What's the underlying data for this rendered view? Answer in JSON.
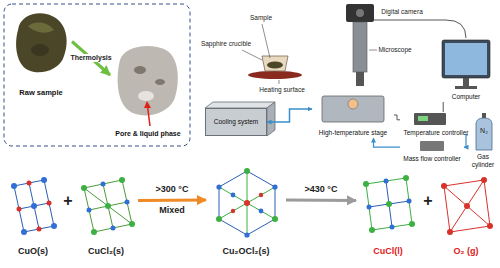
{
  "diagram": {
    "nodes": [
      {
        "text": [
          "Raw sample"
        ]
      },
      {
        "text": [
          "Pore & liquid phase"
        ]
      },
      {
        "text": [
          "Cooling system"
        ]
      },
      {
        "text": [
          "High-temperature stage"
        ]
      },
      {
        "text": [
          "Computer"
        ]
      },
      {
        "text": [
          "Temperature controller"
        ]
      },
      {
        "text": [
          "Mass flow controller"
        ]
      },
      {
        "text": [
          "Gas cylinder"
        ]
      },
      {
        "text": [
          "CuO(s)"
        ]
      },
      {
        "text": [
          "CuCl₂(s)"
        ]
      },
      {
        "text": [
          "Cu₂OCl₂(s)"
        ]
      },
      {
        "text": [
          "CuCl(l)"
        ]
      },
      {
        "text": [
          "O₂ (g)"
        ]
      }
    ],
    "edges": [
      {
        "from": 0,
        "to": 1,
        "label": "Thermolysis",
        "arrow": "to"
      },
      {
        "from": 2,
        "to": 3,
        "arrow": "both"
      },
      {
        "from": 3,
        "to": 5,
        "arrow": "none"
      },
      {
        "from": 5,
        "to": 4,
        "arrow": "none"
      },
      {
        "from": 7,
        "to": 6,
        "arrow": "to"
      },
      {
        "from": 6,
        "to": 3,
        "arrow": "to"
      },
      {
        "from": 9,
        "to": 10,
        "label": ">300 °C",
        "arrow": "to"
      },
      {
        "from": 10,
        "to": 11,
        "label": ">430 °C",
        "arrow": "to"
      }
    ],
    "labels": [
      "Sample",
      "Sapphire crucible",
      "Heating surface",
      "Digital camera",
      "Microscope",
      "N₂",
      "+",
      "Mixed",
      "+"
    ]
  }
}
